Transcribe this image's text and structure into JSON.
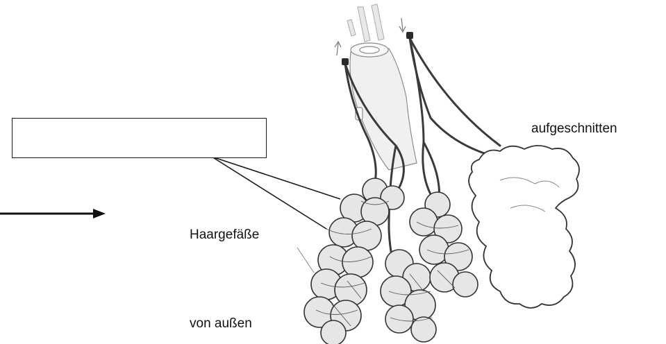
{
  "labels": {
    "cut_open": "aufgeschnitten",
    "capillaries": "Haargefäße",
    "from_outside": "von außen"
  },
  "answer_box": {
    "text": ""
  },
  "colors": {
    "ink": "#1a1a1a",
    "tissue": "#e6e6e6",
    "vessel": "#3a3a3a"
  },
  "icons": [
    "arrow-right-icon",
    "airflow-arrows-icon"
  ]
}
